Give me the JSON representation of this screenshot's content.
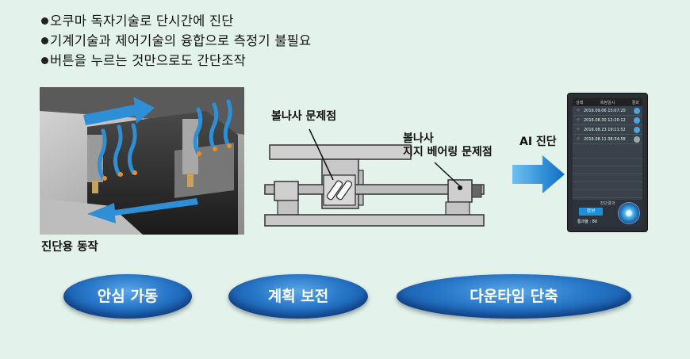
{
  "bullets": [
    "오쿠마 독자기술로 단시간에 진단",
    "기계기술과 제어기술의 융합으로 측정기 불필요",
    "버튼을 누르는 것만으로도 간단조작"
  ],
  "photo_caption": "진단용 동작",
  "diagram": {
    "label_ballscrew": "볼나사 문제점",
    "label_bearing_line1": "볼나사",
    "label_bearing_line2": "지지 베어링 문제점"
  },
  "ai_label": "AI 진단",
  "phone": {
    "columns": [
      "상태",
      "측정일시",
      "결과"
    ],
    "rows": [
      {
        "date": "2016.09.06",
        "time": "15:07:20"
      },
      {
        "date": "2016.08.30",
        "time": "12:20:12"
      },
      {
        "date": "2016.08.23",
        "time": "19:11:52"
      },
      {
        "date": "2016.08.11",
        "time": "08:34:58"
      }
    ],
    "footer_title": "진단결과",
    "button_label": "정보",
    "rate_label": "통과율 : 80"
  },
  "buttons": {
    "safe_operation": "안심 가동",
    "planned_maintenance": "계획 보전",
    "downtime_reduction": "다운타임 단축"
  },
  "colors": {
    "background": "#e3f3ec",
    "button_blue": "#2776c8",
    "arrow_blue": "#1a8ad8"
  }
}
